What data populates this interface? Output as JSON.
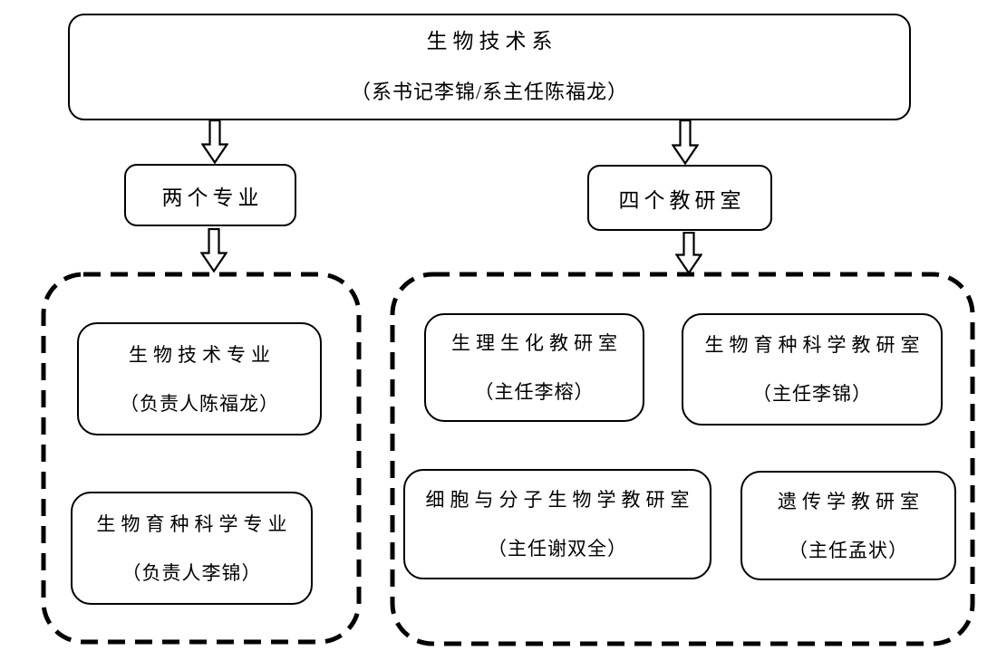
{
  "colors": {
    "line": "#000000",
    "background": "#ffffff",
    "text": "#000000"
  },
  "org_chart": {
    "root": {
      "name": "生物技术系",
      "detail": "（系书记李锦/系主任陈福龙）"
    },
    "branches": {
      "majors": {
        "label": "两个专业"
      },
      "offices": {
        "label": "四个教研室"
      }
    },
    "majors": [
      {
        "name": "生物技术专业",
        "head": "（负责人陈福龙）"
      },
      {
        "name": "生物育种科学专业",
        "head": "（负责人李锦）"
      }
    ],
    "offices": [
      {
        "name": "生理生化教研室",
        "head": "（主任李榕）"
      },
      {
        "name": "生物育种科学教研室",
        "head": "（主任李锦）"
      },
      {
        "name": "细胞与分子生物学教研室",
        "head": "（主任谢双全）"
      },
      {
        "name": "遗传学教研室",
        "head": "（主任孟状）"
      }
    ]
  }
}
